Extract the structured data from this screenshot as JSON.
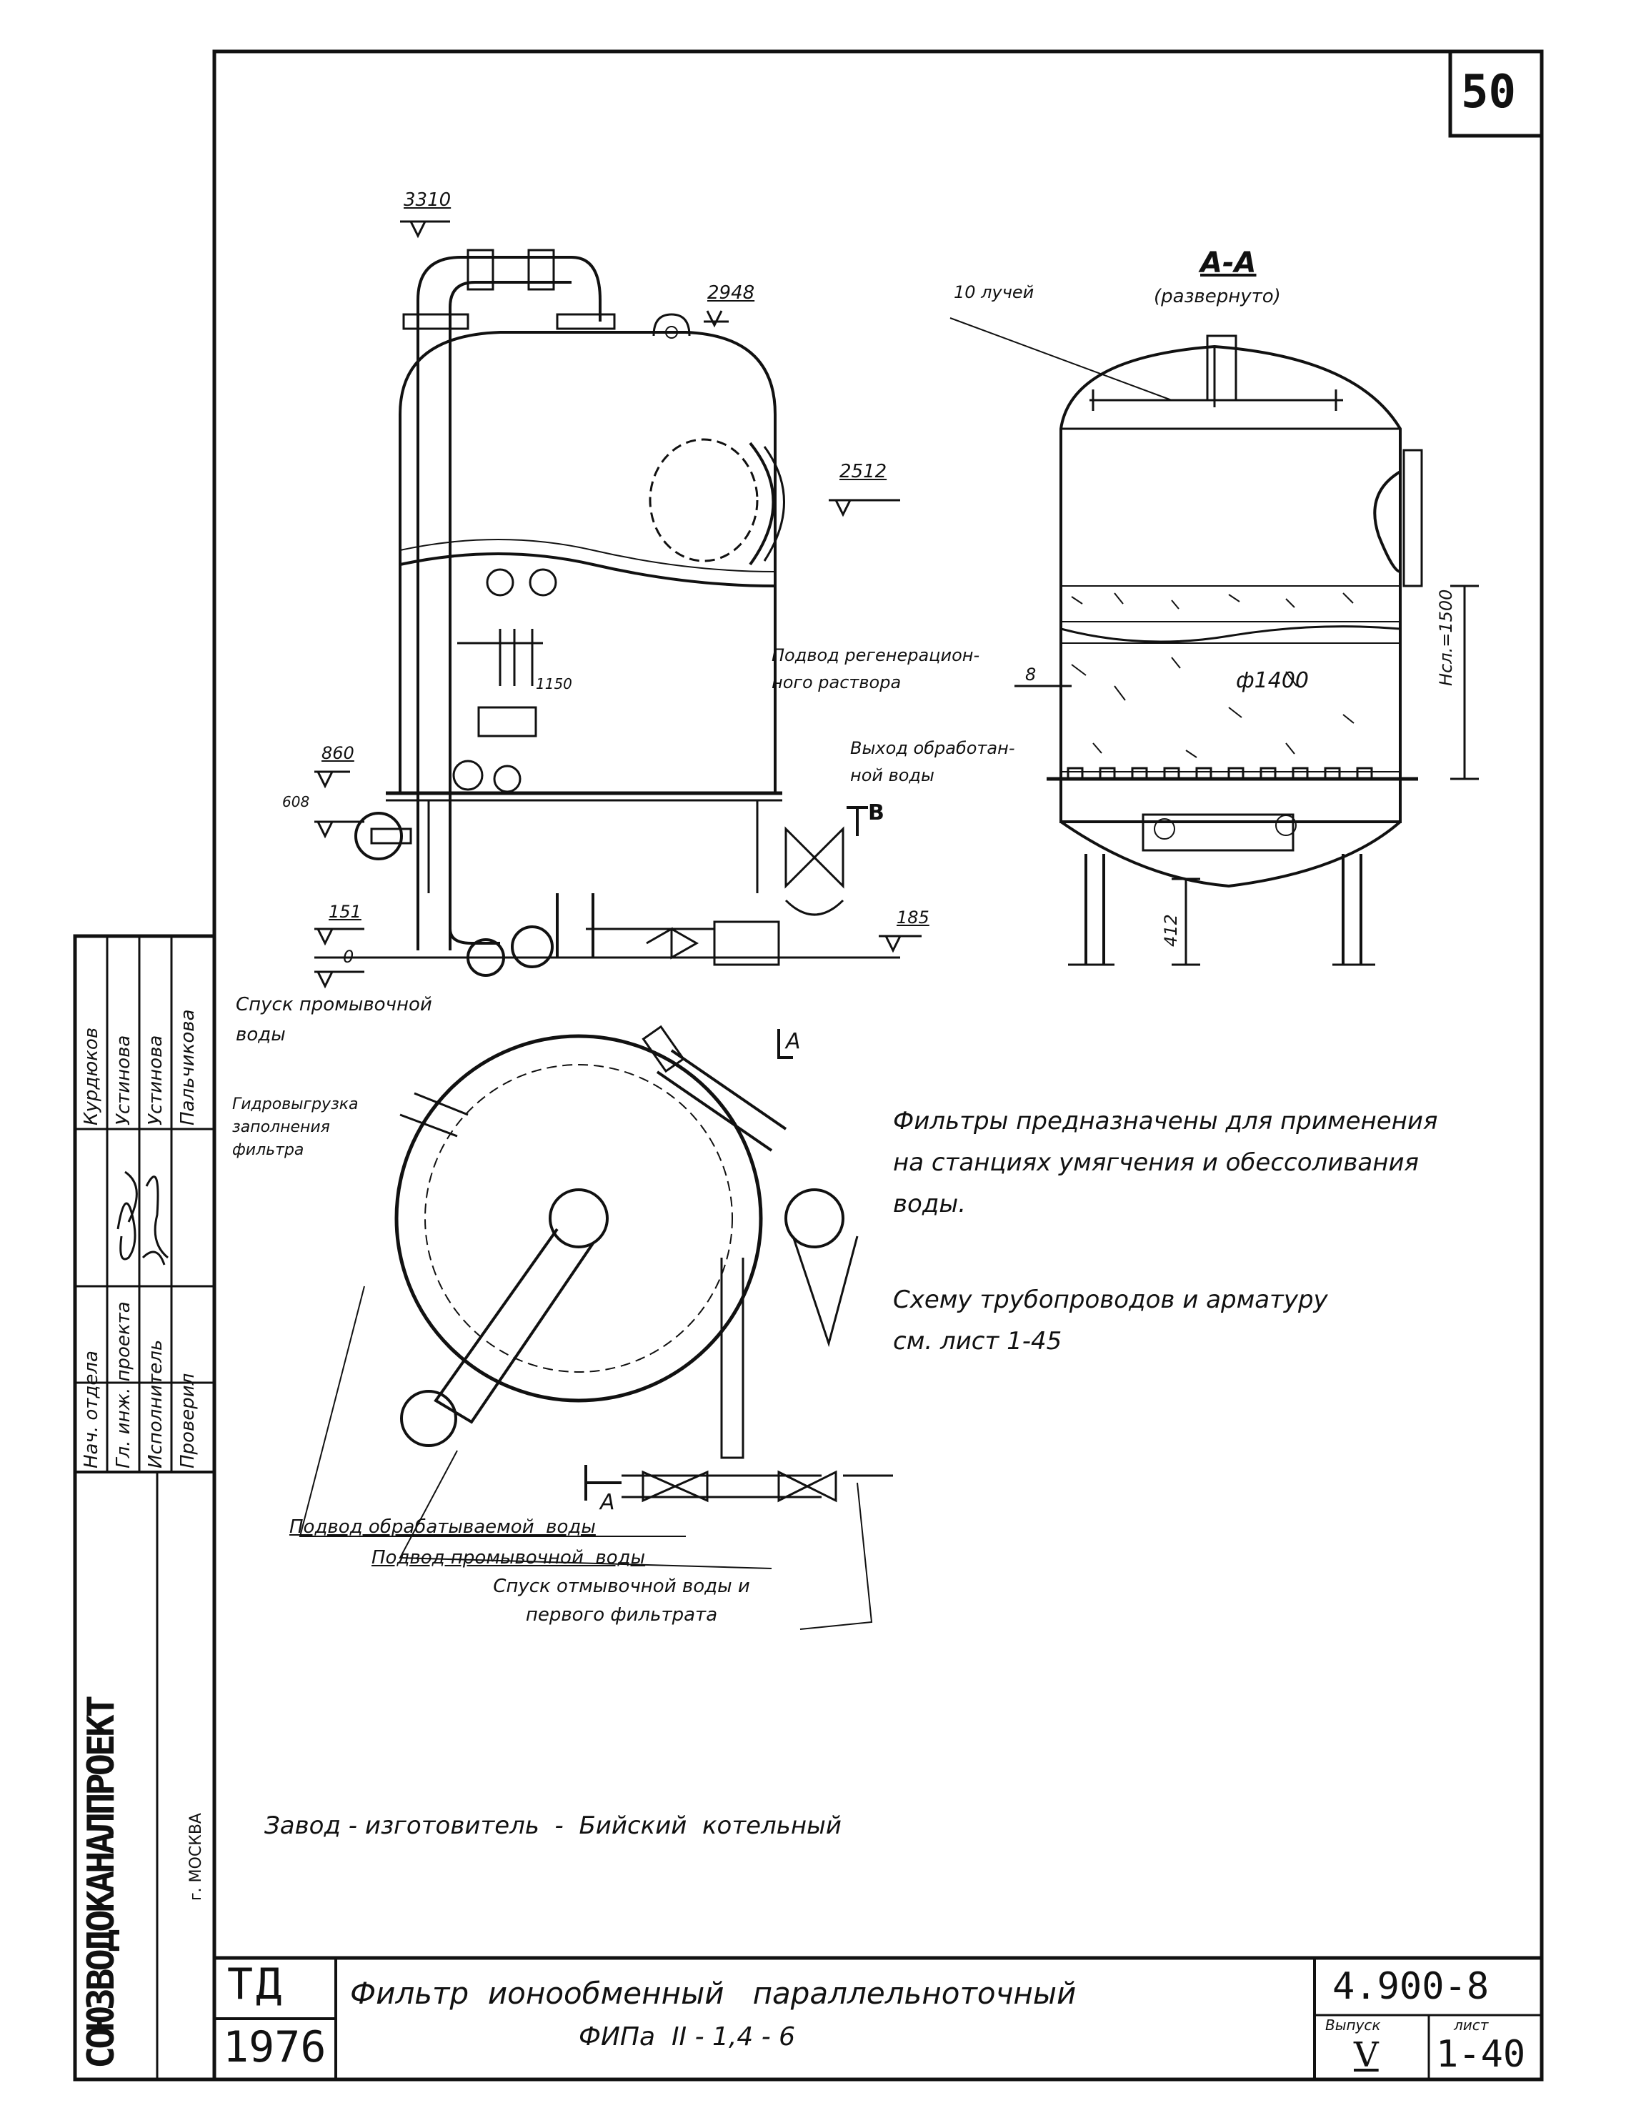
{
  "sheet": {
    "page_number": "50",
    "stamp_code": "ТД",
    "year": "1976",
    "title_line1": "Фильтр  ионообменный   параллельноточный",
    "title_line2": "ФИПа  II - 1,4 - 6",
    "doc_number": "4.900-8",
    "issue_label": "Выпуск",
    "issue_value": "V",
    "sheet_label": "лист",
    "sheet_value": "1-40",
    "organization": "СОЮЗВОДОКАНАЛПРОЕКТ",
    "city": "г. МОСКВА"
  },
  "signature_block": {
    "roles": [
      "Нач. отдела",
      "Гл. инж. проекта",
      "Исполнитель",
      "Проверил"
    ],
    "names": [
      "Курдюков",
      "Устинова",
      "Устинова",
      "Пальчикова"
    ]
  },
  "elevation_view": {
    "dims": [
      "3310",
      "2948",
      "2512",
      "860",
      "608",
      "1150",
      "151",
      "0",
      "185"
    ],
    "labels": {
      "regen": "Подвод регенерацион-\nного раствора",
      "treated_out": "Выход обработан-\nной воды",
      "section_mark": "В",
      "wash_drain": "Спуск промывочной\nводы"
    }
  },
  "section_view": {
    "title": "А-А",
    "subtitle": "(развернуто)",
    "rays_label": "10 лучей",
    "diameter": "ф1400",
    "level_mark": "8",
    "layer_height": "Нсл.=1500",
    "leg_height": "412"
  },
  "plan_view": {
    "section_mark": "А",
    "labels": {
      "hydro_unload": "Гидровыгрузка\nзаполнения\nфильтра",
      "treated_in": "Подвод обрабатываемой  воды",
      "wash_in": "Подвод промывочной  воды",
      "drain_first": "Спуск отмывочной воды и\nпервого фильтрата"
    }
  },
  "notes": {
    "note1_line1": "Фильтры предназначены для применения",
    "note1_line2": "на станциях умягчения и обессоливания",
    "note1_line3": "воды.",
    "note2_line1": "Схему трубопроводов  и арматуру",
    "note2_line2": "см.  лист 1-45",
    "manufacturer": "Завод - изготовитель  -  Бийский  котельный"
  }
}
